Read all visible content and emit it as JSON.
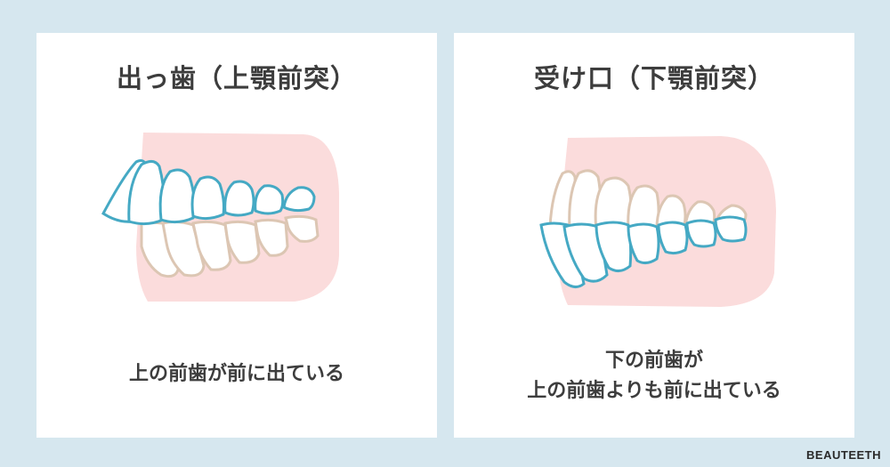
{
  "panels": [
    {
      "title": "出っ歯（上顎前突）",
      "caption_lines": [
        "上の前歯が前に出ている"
      ]
    },
    {
      "title": "受け口（下顎前突）",
      "caption_lines": [
        "下の前歯が",
        "上の前歯よりも前に出ている"
      ]
    }
  ],
  "brand": "BEAUTEETH",
  "colors": {
    "background": "#d6e7ef",
    "gum": "#fbdcdc",
    "tooth_fill": "#ffffff",
    "lower_outline": "#dcc6b3",
    "highlight_outline": "#45a9c4"
  }
}
